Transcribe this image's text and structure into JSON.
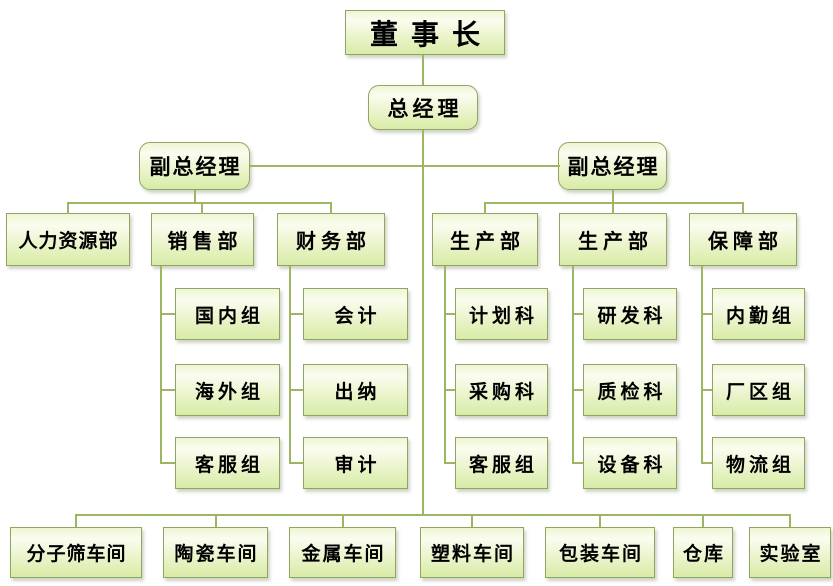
{
  "colors": {
    "background": "#ffffff",
    "box_fill_top": "#eef6d4",
    "box_fill_bottom": "#d8eca6",
    "box_border": "#90a465",
    "connector": "#9cb662",
    "text": "#000000"
  },
  "org": {
    "chairman": "董事长",
    "general_manager": "总经理",
    "vice_gm_left": "副总经理",
    "vice_gm_right": "副总经理",
    "left_departments": [
      {
        "name": "人力资源部",
        "children": []
      },
      {
        "name": "销售部",
        "children": [
          "国内组",
          "海外组",
          "客服组"
        ]
      },
      {
        "name": "财务部",
        "children": [
          "会计",
          "出纳",
          "审计"
        ]
      }
    ],
    "right_departments": [
      {
        "name": "生产部",
        "children": [
          "计划科",
          "采购科",
          "客服组"
        ]
      },
      {
        "name": "生产部",
        "children": [
          "研发科",
          "质检科",
          "设备科"
        ]
      },
      {
        "name": "保障部",
        "children": [
          "内勤组",
          "厂区组",
          "物流组"
        ]
      }
    ],
    "facilities": [
      "分子筛车间",
      "陶瓷车间",
      "金属车间",
      "塑料车间",
      "包装车间",
      "仓库",
      "实验室"
    ]
  }
}
